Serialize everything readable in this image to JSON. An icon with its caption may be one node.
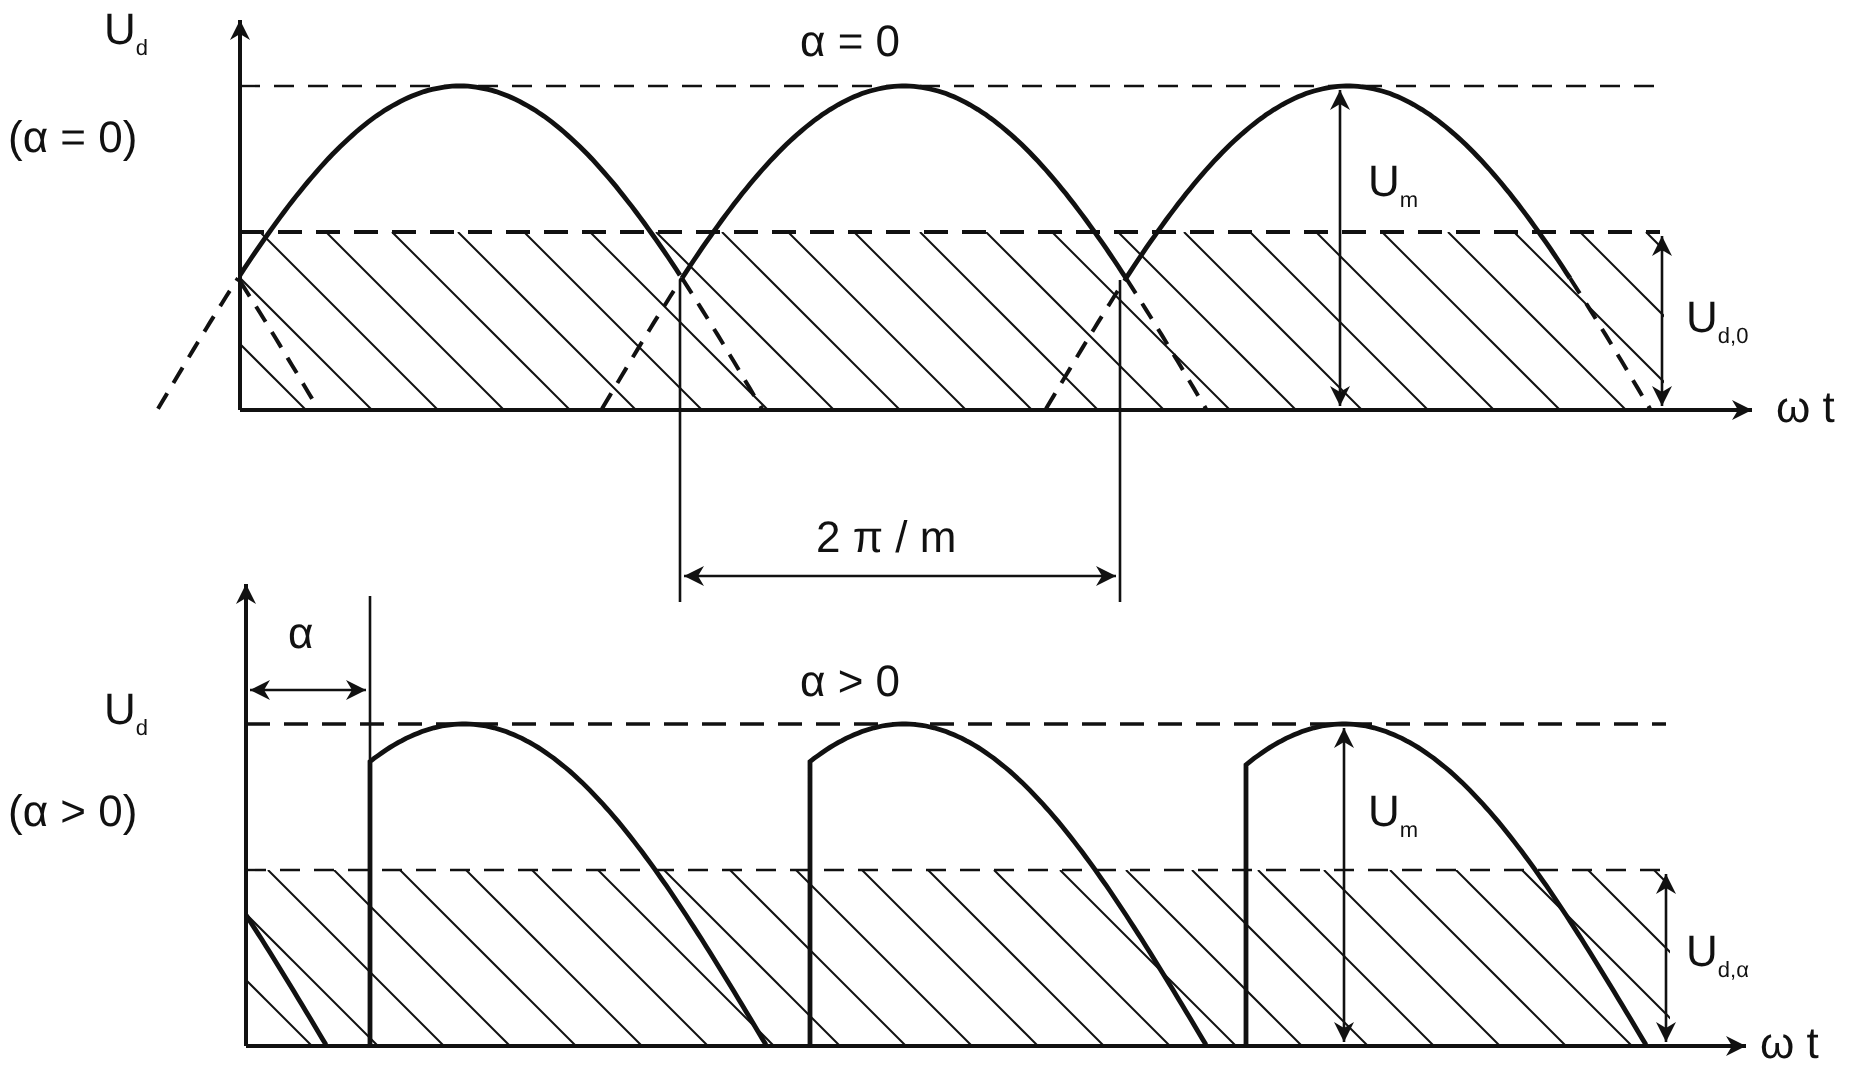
{
  "diagram": {
    "labels": [
      "U$_{d}$",
      "(α = 0)",
      "α = 0",
      "U$_{m}$",
      "U$_{d,0}$",
      "ω t",
      "2 π / m",
      "α",
      "U$_{d}$",
      "α > 0",
      "(α > 0)",
      "U$_{m}$",
      "U$_{d,α}$",
      "ω t"
    ]
  }
}
